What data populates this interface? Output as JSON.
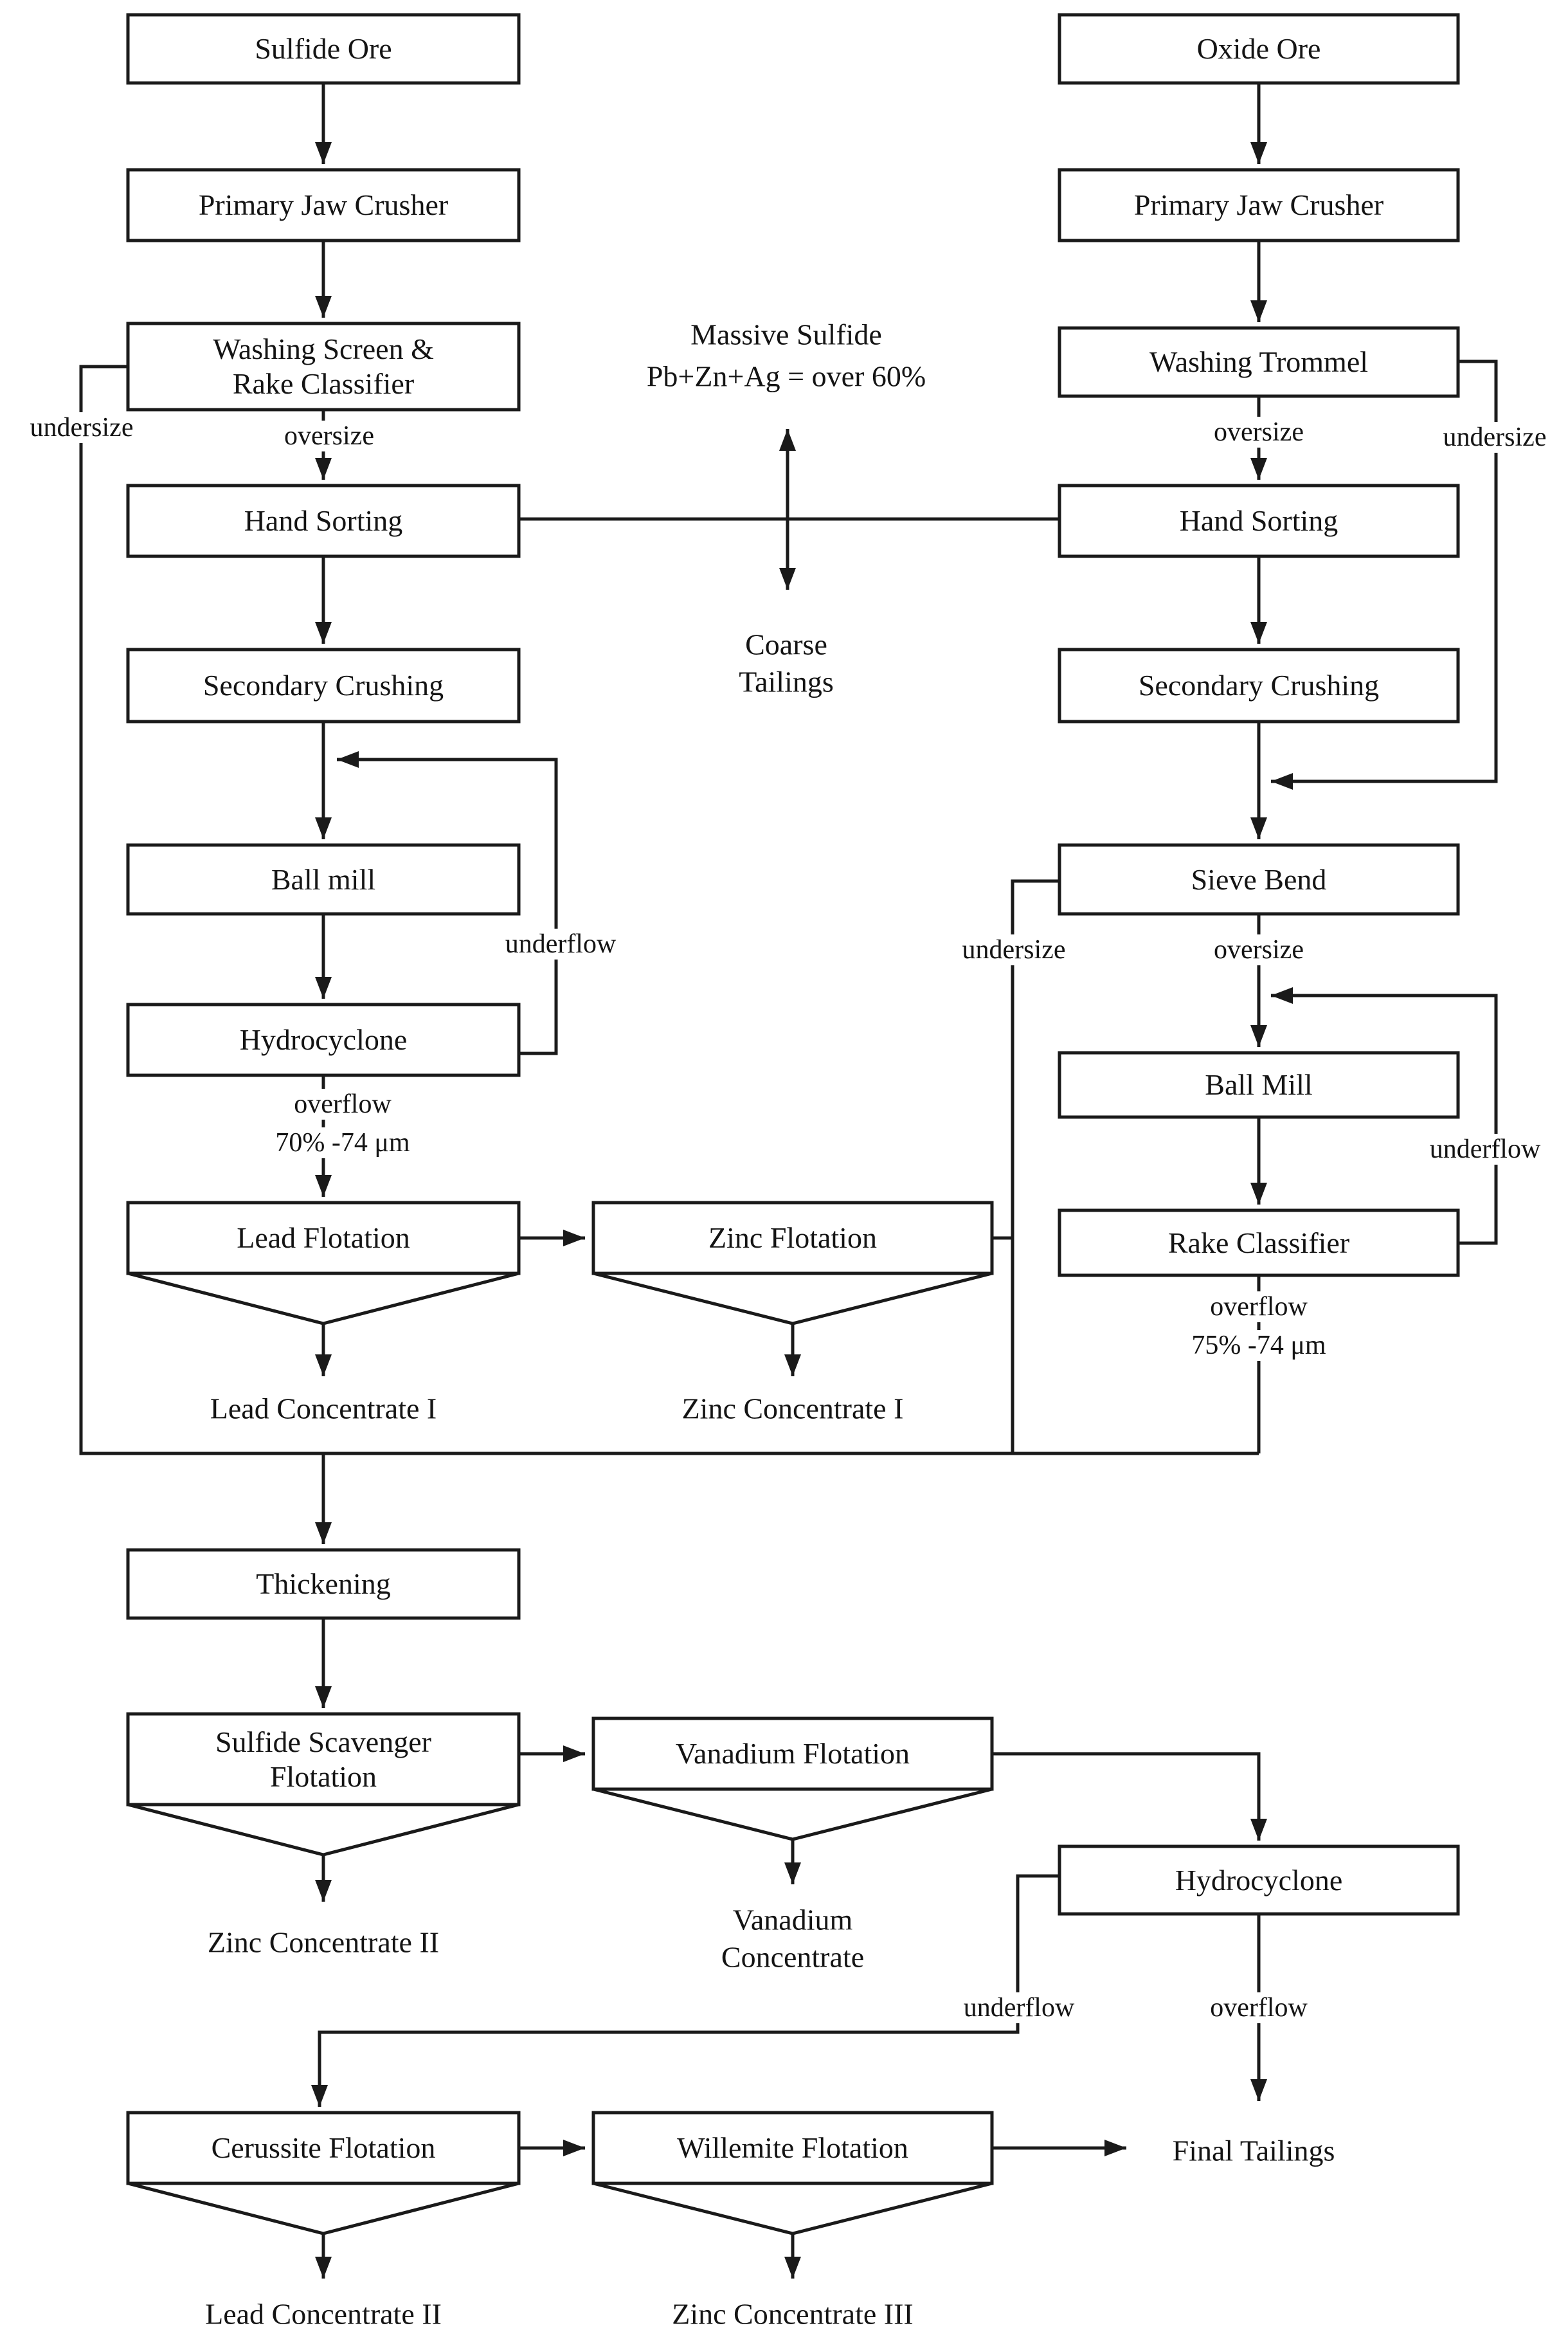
{
  "diagram": {
    "boxes": {
      "sulfide_ore": "Sulfide Ore",
      "primary_jaw_crusher_left": "Primary Jaw Crusher",
      "washing_screen_line1": "Washing Screen &",
      "washing_screen_line2": "Rake Classifier",
      "hand_sorting_left": "Hand Sorting",
      "secondary_crushing_left": "Secondary Crushing",
      "ball_mill_left": "Ball mill",
      "hydrocyclone_left": "Hydrocyclone",
      "lead_flotation": "Lead Flotation",
      "zinc_flotation": "Zinc Flotation",
      "oxide_ore": "Oxide Ore",
      "primary_jaw_crusher_right": "Primary Jaw Crusher",
      "washing_trommel": "Washing Trommel",
      "hand_sorting_right": "Hand Sorting",
      "secondary_crushing_right": "Secondary Crushing",
      "sieve_bend": "Sieve Bend",
      "ball_mill_right": "Ball Mill",
      "rake_classifier": "Rake Classifier",
      "thickening": "Thickening",
      "sulfide_scavenger_line1": "Sulfide Scavenger",
      "sulfide_scavenger_line2": "Flotation",
      "vanadium_flotation": "Vanadium Flotation",
      "hydrocyclone_bottom": "Hydrocyclone",
      "cerussite_flotation": "Cerussite Flotation",
      "willemite_flotation": "Willemite Flotation"
    },
    "streams": {
      "undersize_left": "undersize",
      "oversize_left": "oversize",
      "oversize_top_right": "oversize",
      "undersize_top_right": "undersize",
      "underflow_left": "underflow",
      "overflow_left": "overflow",
      "fineness_left": "70% -74 μm",
      "undersize_mid": "undersize",
      "oversize_mid": "oversize",
      "underflow_right": "underflow",
      "overflow_right": "overflow",
      "fineness_right": "75% -74 μm",
      "underflow_bottom": "underflow",
      "overflow_bottom": "overflow"
    },
    "annotations": {
      "massive_sulfide_line1": "Massive Sulfide",
      "massive_sulfide_line2": "Pb+Zn+Ag = over 60%",
      "coarse_tailings_line1": "Coarse",
      "coarse_tailings_line2": "Tailings"
    },
    "products": {
      "lead_concentrate_1": "Lead Concentrate I",
      "zinc_concentrate_1": "Zinc Concentrate I",
      "zinc_concentrate_2": "Zinc Concentrate II",
      "vanadium_concentrate_line1": "Vanadium",
      "vanadium_concentrate_line2": "Concentrate",
      "final_tailings": "Final Tailings",
      "lead_concentrate_2": "Lead Concentrate II",
      "zinc_concentrate_3": "Zinc Concentrate III"
    }
  }
}
